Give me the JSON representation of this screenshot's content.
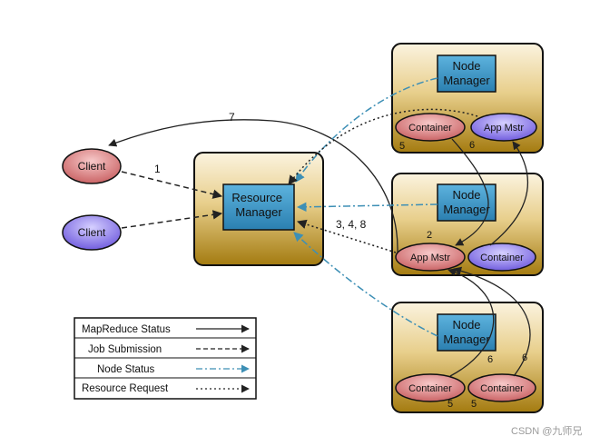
{
  "diagram": {
    "resource_manager": "Resource\nManager",
    "clients": [
      "Client",
      "Client"
    ],
    "nodes": [
      {
        "manager": "Node\nManager",
        "left_pill": "Container",
        "right_pill": "App Mstr",
        "left_num": "5",
        "right_num": "6"
      },
      {
        "manager": "Node\nManager",
        "left_pill": "App Mstr",
        "right_pill": "Container",
        "left_num": "2",
        "right_num": ""
      },
      {
        "manager": "Node\nManager",
        "left_pill": "Container",
        "right_pill": "Container",
        "left_num": "5",
        "right_num": "5"
      }
    ],
    "edge_labels": {
      "client_to_rm": "1",
      "rm_to_client": "7",
      "am_to_rm": "3, 4, 8",
      "node3_left_up": "6",
      "node3_right_up": "6"
    },
    "legend": [
      {
        "label": "MapReduce Status",
        "style": "solid"
      },
      {
        "label": "Job Submission",
        "style": "dashed"
      },
      {
        "label": "Node Status",
        "style": "dashdot"
      },
      {
        "label": "Resource Request",
        "style": "dotted"
      }
    ]
  },
  "colors": {
    "box_top": "#fbf3df",
    "box_bottom": "#a47b10",
    "manager_fill": "#3b93c6",
    "container_pill": "#d97f80",
    "appmstr_pill": "#8c80e8",
    "client_red": "#d9797a",
    "client_blue": "#7c6ae6",
    "node_status_line": "#3d8fb5"
  },
  "watermark": "CSDN @九师兄"
}
